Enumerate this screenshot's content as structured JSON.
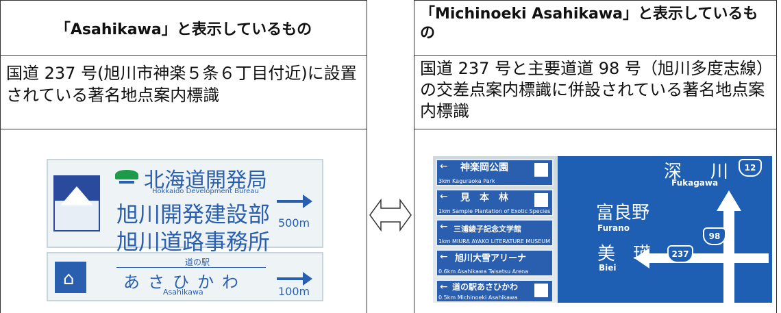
{
  "left": {
    "header": "「Asahikawa」と表示しているもの",
    "description": "国道 237 号(旭川市神楽５条６丁目付近)に設置されている著名地点案内標識",
    "sign": {
      "bureau_jp": "北海道開発局",
      "bureau_en": "Hokkaido Development Bureau",
      "office1": "旭川開発建設部",
      "office2": "旭川道路事務所",
      "dist1": "500m",
      "michinoeki": "道の駅",
      "asahikawa_kana": "あさひかわ",
      "asahikawa_rom": "Asahikawa",
      "dist2": "100m"
    }
  },
  "right": {
    "header": "「Michinoeki Asahikawa」と表示しているもの",
    "description": "国道 237 号と主要道道 98 号（旭川多度志線）の交差点案内標識に併設されている著名地点案内標識",
    "panels": [
      {
        "jp": "神楽岡公園",
        "en": "3km Kaguraoka Park"
      },
      {
        "jp": "見　本　林",
        "en": "1km Sample Plantation of Exotic Species"
      },
      {
        "jp": "三浦綾子記念文学館",
        "en": "1km MIURA AYAKO LITERATURE MUSEUM"
      },
      {
        "jp": "旭川大雪アリーナ",
        "en": "0.6km Asahikawa Taisetsu Arena"
      },
      {
        "jp": "道の駅あさひかわ",
        "en": "0.5km Michinoeki Asahikawa"
      }
    ],
    "bluesign": {
      "fukagawa_jp": "深　川",
      "fukagawa_en": "Fukagawa",
      "furano_jp": "富良野",
      "furano_en": "Furano",
      "biei_jp": "美　瑛",
      "biei_en": "Biei",
      "route12": "12",
      "route98": "98",
      "route237": "237"
    }
  },
  "colors": {
    "sign_blue": "#2a5fb0",
    "road_sign_blue": "#1e5fb4",
    "green": "#1e9b4a"
  }
}
